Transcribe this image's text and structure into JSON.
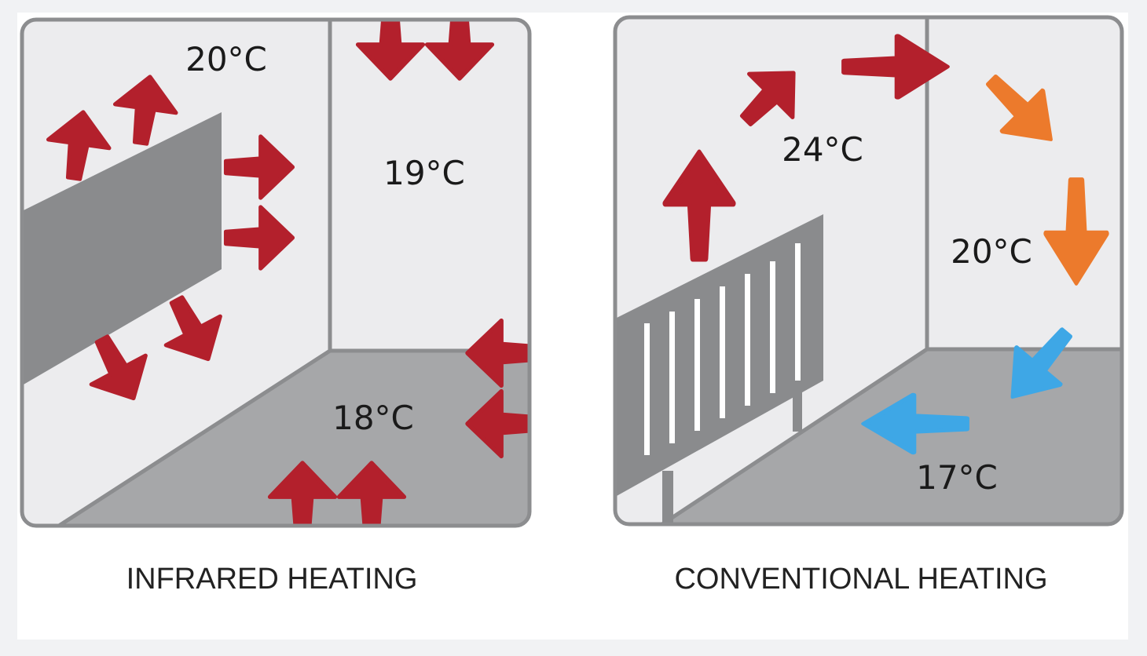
{
  "colors": {
    "hot": "#b3202c",
    "warm": "#ec7a2c",
    "cool": "#3ea7e6",
    "wall": "#ececee",
    "floor": "#a6a7a9",
    "heater": "#8a8b8d",
    "frame": "#8c8d8f"
  },
  "infrared": {
    "caption": "INFRARED HEATING",
    "temps": {
      "upper_wall": "20°C",
      "back_wall": "19°C",
      "floor": "18°C"
    }
  },
  "conventional": {
    "caption": "CONVENTIONAL HEATING",
    "temps": {
      "ceiling": "24°C",
      "back_wall": "20°C",
      "floor": "17°C"
    }
  }
}
